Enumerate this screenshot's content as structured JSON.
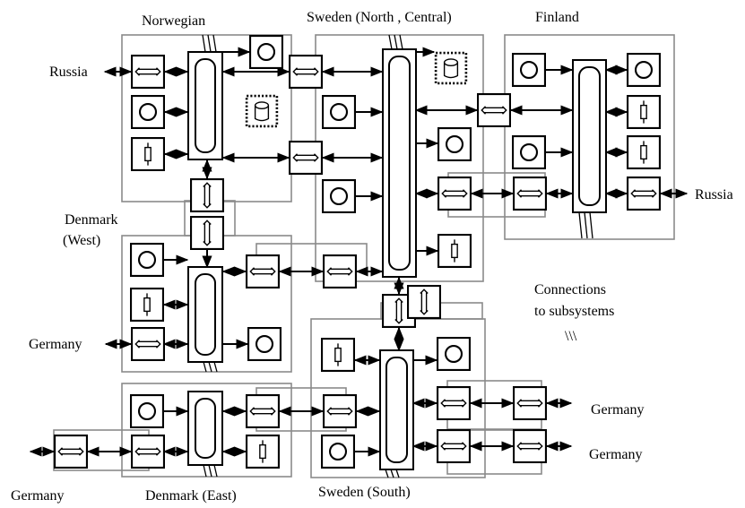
{
  "regions": {
    "norwegian": "Norwegian",
    "sweden_nc": "Sweden (North , Central)",
    "finland": "Finland",
    "denmark_west_1": "Denmark",
    "denmark_west_2": "(West)",
    "denmark_east": "Denmark (East)",
    "sweden_south": "Sweden (South)"
  },
  "external": {
    "russia_left": "Russia",
    "russia_right": "Russia",
    "germany_dkw": "Germany",
    "germany_dke": "Germany",
    "germany_se1": "Germany",
    "germany_se2": "Germany"
  },
  "note": {
    "line1": "Connections",
    "line2": "to subsystems",
    "glyph": "\\\\\\"
  },
  "icons": {
    "generator": "generator-icon",
    "converter_h": "converter-horizontal-icon",
    "converter_v": "converter-vertical-icon",
    "load": "load-icon",
    "storage": "storage-icon",
    "busbar": "busbar-icon"
  },
  "colors": {
    "line": "#000000",
    "region_border": "#8a8a8a",
    "background": "#ffffff"
  }
}
